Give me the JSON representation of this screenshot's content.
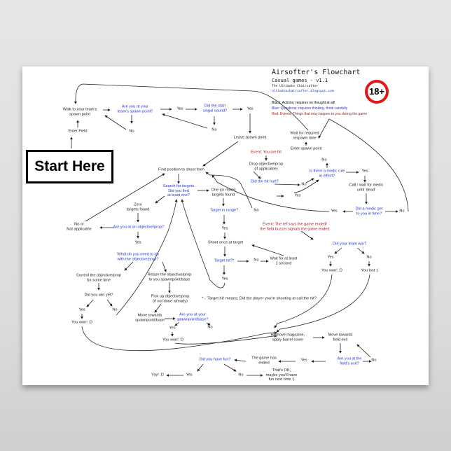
{
  "header": {
    "title": "Airsofter's Flowchart",
    "subtitle": "Casual games - v1.1",
    "author": "The Ultimate Chairsofter",
    "site": "ultimatechairsofter.blogspot.com",
    "badge": "18+"
  },
  "legend": [
    {
      "text": "Black: Actions; requires no thought at all!",
      "color": "#222222"
    },
    {
      "text": "Blue: Questions; requires thinking, think carefully",
      "color": "#2233dd"
    },
    {
      "text": "Red: Events; Things that may happen to you during the game",
      "color": "#b02020"
    }
  ],
  "start_label": "Start Here",
  "nodes": [
    {
      "t": "Walk to your team's\nspawn point",
      "k": "a"
    },
    {
      "t": "Are you at your\nteam's spawn point?",
      "k": "q"
    },
    {
      "t": "Yes",
      "k": "a"
    },
    {
      "t": "Did the start\nsingal sound?",
      "k": "q"
    },
    {
      "t": "Yes",
      "k": "a"
    },
    {
      "t": "No",
      "k": "a"
    },
    {
      "t": "No",
      "k": "a"
    },
    {
      "t": "Enter Field",
      "k": "a"
    },
    {
      "t": "Leave spawn point",
      "k": "a"
    },
    {
      "t": "Find position to shoot from",
      "k": "a"
    },
    {
      "t": "Search for targets\nDid you find\nat least one?",
      "k": "q"
    },
    {
      "t": "One (or more)\ntargets found",
      "k": "a"
    },
    {
      "t": "Zero\ntargets found",
      "k": "a"
    },
    {
      "t": "Target in range?",
      "k": "q"
    },
    {
      "t": "No",
      "k": "a"
    },
    {
      "t": "No or\nNot applicable",
      "k": "a"
    },
    {
      "t": "Are you at an objective/prop?",
      "k": "q"
    },
    {
      "t": "Yes",
      "k": "a"
    },
    {
      "t": "Yes",
      "k": "a"
    },
    {
      "t": "Shoot once at target",
      "k": "a"
    },
    {
      "t": "What do you need to do\nwith the objective/prop?",
      "k": "q"
    },
    {
      "t": "Target hit?*",
      "k": "q"
    },
    {
      "t": "No",
      "k": "a"
    },
    {
      "t": "Wait for at least\n1 second",
      "k": "a"
    },
    {
      "t": "Yes",
      "k": "a"
    },
    {
      "t": "Control the objective/prop\nfor some time",
      "k": "a"
    },
    {
      "t": "Return the objective/prop\nto you spawnpoint/base",
      "k": "a"
    },
    {
      "t": "Did you win yet?",
      "k": "a"
    },
    {
      "t": "Yes",
      "k": "a"
    },
    {
      "t": "No",
      "k": "a"
    },
    {
      "t": "You won! :D",
      "k": "a"
    },
    {
      "t": "Pick up objective/prop\n(if not done already)",
      "k": "a"
    },
    {
      "t": "* - 'Target hit' means: Did the player you're shooting at call the hit?",
      "k": "a"
    },
    {
      "t": "Move towards\nspawnpoint/base",
      "k": "a"
    },
    {
      "t": "Are you at your\nspawnpoint/base?",
      "k": "q"
    },
    {
      "t": "Yes",
      "k": "a"
    },
    {
      "t": "No",
      "k": "a"
    },
    {
      "t": "You won! :D",
      "k": "a"
    },
    {
      "t": "Remove magazine,\napply barrel cover",
      "k": "a"
    },
    {
      "t": "Move towards\nfield exit",
      "k": "a"
    },
    {
      "t": "Are you at the\nfield's exit?",
      "k": "q"
    },
    {
      "t": "No",
      "k": "a"
    },
    {
      "t": "Yes",
      "k": "a"
    },
    {
      "t": "The game has\nended",
      "k": "a"
    },
    {
      "t": "Did you have fun?",
      "k": "q"
    },
    {
      "t": "Yes",
      "k": "a"
    },
    {
      "t": "No",
      "k": "a"
    },
    {
      "t": "Yay! :D",
      "k": "a"
    },
    {
      "t": "That's OK,\nmaybe you'll have\nfun next time :)",
      "k": "a"
    },
    {
      "t": "Wait for required\nrespawn time",
      "k": "a"
    },
    {
      "t": "Enter spawn point",
      "k": "a"
    },
    {
      "t": "Event: You are hit",
      "k": "e"
    },
    {
      "t": "Drop objective/prop\n(if applicable)",
      "k": "a"
    },
    {
      "t": "No",
      "k": "a"
    },
    {
      "t": "Is there a medic rule\nin effect?",
      "k": "q"
    },
    {
      "t": "Yes",
      "k": "a"
    },
    {
      "t": "Did the hit hurt?",
      "k": "q"
    },
    {
      "t": "No",
      "k": "a"
    },
    {
      "t": "Yes",
      "k": "a"
    },
    {
      "t": "Call / wait for medic\nuntil 'dead'",
      "k": "a"
    },
    {
      "t": "Did a medic get\nto you in time?",
      "k": "q"
    },
    {
      "t": "Yes",
      "k": "a"
    },
    {
      "t": "No",
      "k": "a"
    },
    {
      "t": "Event: The ref says the game ended/\nthe field buzzer signals the game ended",
      "k": "e"
    },
    {
      "t": "Did your team win?",
      "k": "q"
    },
    {
      "t": "Yes",
      "k": "a"
    },
    {
      "t": "No",
      "k": "a"
    },
    {
      "t": "You won! :D",
      "k": "a"
    },
    {
      "t": "You lost :(",
      "k": "a"
    }
  ]
}
